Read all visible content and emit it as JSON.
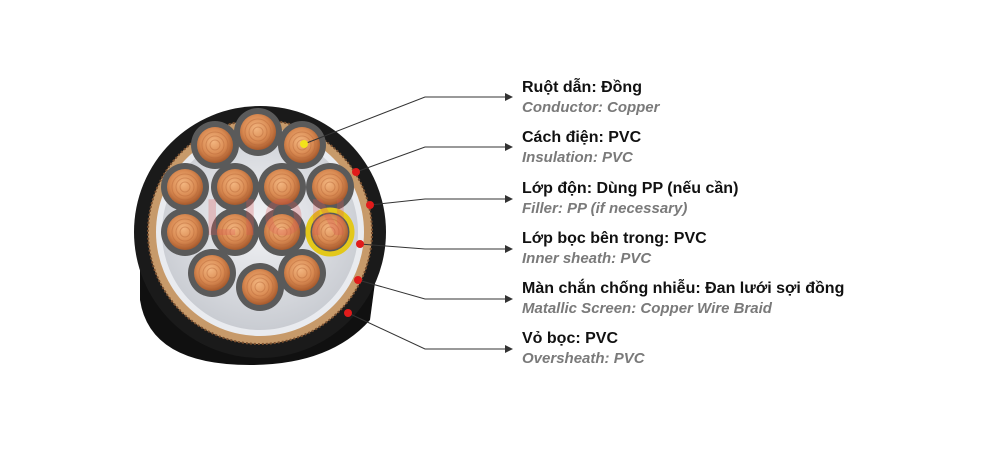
{
  "watermark": "LION",
  "colors": {
    "jacket": "#141414",
    "copper": "#d98a52",
    "copper_dark": "#a85a2c",
    "insulation": "#5a5a5a",
    "braid": "#c79a6a",
    "filler": "#e4e6ea",
    "callout_dot": "#e01b1b",
    "leader_line": "#333333",
    "watermark": "#e05555"
  },
  "layers": [
    {
      "name": "Ruột dẫn: Đồng",
      "name_en": "Conductor: Copper"
    },
    {
      "name": "Cách điện: PVC",
      "name_en": "Insulation: PVC"
    },
    {
      "name": "Lớp độn: Dùng PP (nếu cần)",
      "name_en": "Filler: PP (if necessary)"
    },
    {
      "name": "Lớp bọc bên trong: PVC",
      "name_en": "Inner sheath: PVC"
    },
    {
      "name": "Màn chắn chống nhiễu: Đan lưới sợi đồng",
      "name_en": "Matallic Screen: Copper Wire Braid"
    },
    {
      "name": "Vỏ bọc: PVC",
      "name_en": "Oversheath: PVC"
    }
  ]
}
